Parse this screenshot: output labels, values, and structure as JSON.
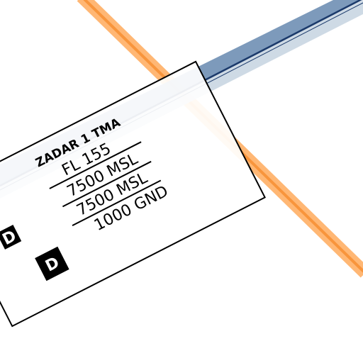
{
  "airspace_label": {
    "name": "ZADAR 1 TMA",
    "rows": [
      "FL 155",
      "7500 MSL",
      "7500 MSL",
      "1000 GND"
    ],
    "classes": [
      "D",
      "D"
    ]
  },
  "colors": {
    "airspace_band": "#6f8fb4",
    "airspace_band_light": "#c5d3e1",
    "airspace_line": "#1b3a6b",
    "route_line": "#ff9a3c",
    "route_line_core": "#f57f17",
    "label_border": "#000000",
    "class_badge": "#000000"
  }
}
